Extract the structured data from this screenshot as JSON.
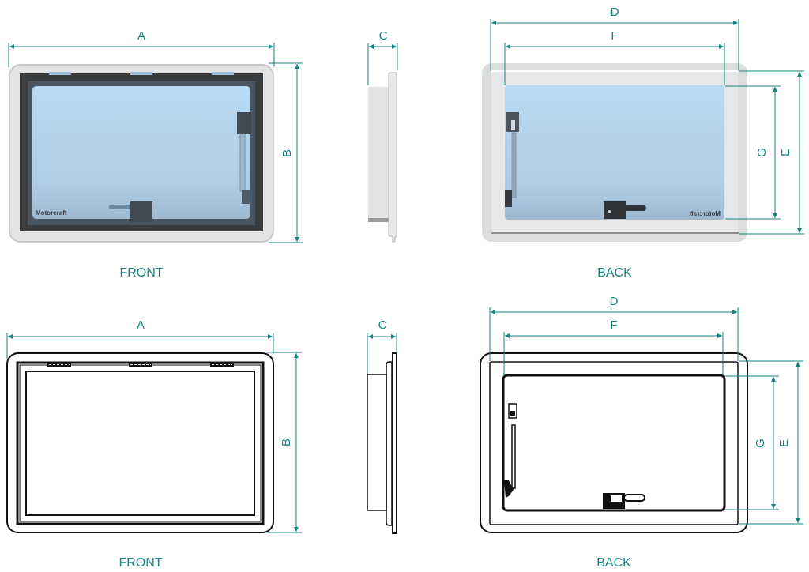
{
  "colors": {
    "dimension": "#16847f",
    "frame_light": "#e4e5e6",
    "frame_dark": "#3c3d3e",
    "glass_top": "#b8d8f2",
    "glass_bottom": "#a9c3d9",
    "outline": "#111111"
  },
  "rendered_views": {
    "front": {
      "view_label": "FRONT",
      "dimensions": {
        "width": "A",
        "height": "B"
      },
      "logo_text": "Motorcraft"
    },
    "side": {
      "dimensions": {
        "depth": "C"
      }
    },
    "back": {
      "view_label": "BACK",
      "dimensions": {
        "outer_width": "D",
        "inner_width": "F",
        "inner_height": "G",
        "outer_height": "E"
      },
      "logo_text": "Motorcraft (mirrored)"
    }
  },
  "line_views": {
    "front": {
      "view_label": "FRONT",
      "dimensions": {
        "width": "A",
        "height": "B"
      }
    },
    "side": {
      "dimensions": {
        "depth": "C"
      }
    },
    "back": {
      "view_label": "BACK",
      "dimensions": {
        "outer_width": "D",
        "inner_width": "F",
        "inner_height": "G",
        "outer_height": "E"
      }
    }
  }
}
